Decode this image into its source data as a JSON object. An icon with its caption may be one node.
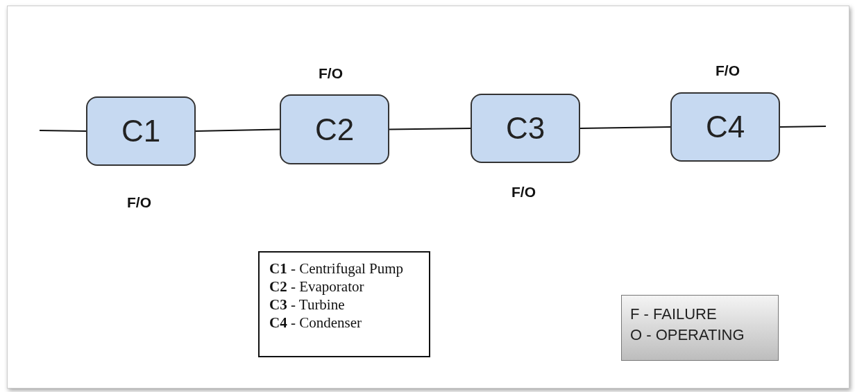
{
  "diagram": {
    "nodes": [
      {
        "text": [
          "C1"
        ],
        "beside": [
          "F/O"
        ]
      },
      {
        "text": [
          "C2"
        ],
        "beside": [
          "F/O"
        ]
      },
      {
        "text": [
          "C3"
        ],
        "beside": [
          "F/O"
        ]
      },
      {
        "text": [
          "C4"
        ],
        "beside": [
          "F/O"
        ]
      },
      {
        "text": [
          "**C1** - Centrifugal Pump",
          "**C2** - Evaporator",
          "**C3** - Turbine",
          "**C4** - Condenser"
        ]
      },
      {
        "text": [
          "F - FAILURE",
          "O - OPERATING"
        ]
      }
    ],
    "edges": [
      {
        "from": null,
        "to": 0,
        "arrow": "none"
      },
      {
        "from": 0,
        "to": 1,
        "arrow": "none"
      },
      {
        "from": 1,
        "to": 2,
        "arrow": "none"
      },
      {
        "from": 2,
        "to": 3,
        "arrow": "none"
      },
      {
        "from": 3,
        "to": null,
        "arrow": "none"
      }
    ]
  }
}
